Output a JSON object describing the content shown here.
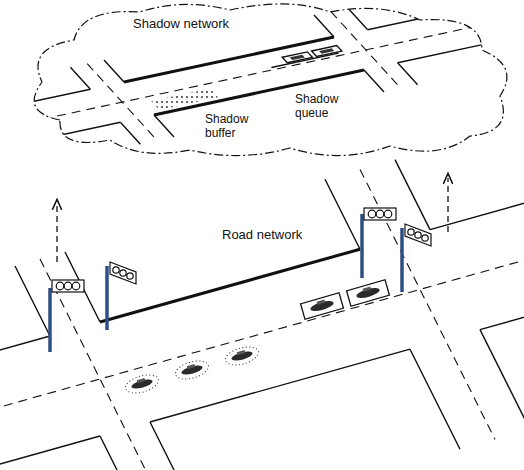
{
  "diagram": {
    "nodes": [
      {
        "text": [
          "Shadow network"
        ]
      }
    ],
    "labels": [
      "Shadow buffer",
      "Shadow queue",
      "Road network"
    ]
  }
}
